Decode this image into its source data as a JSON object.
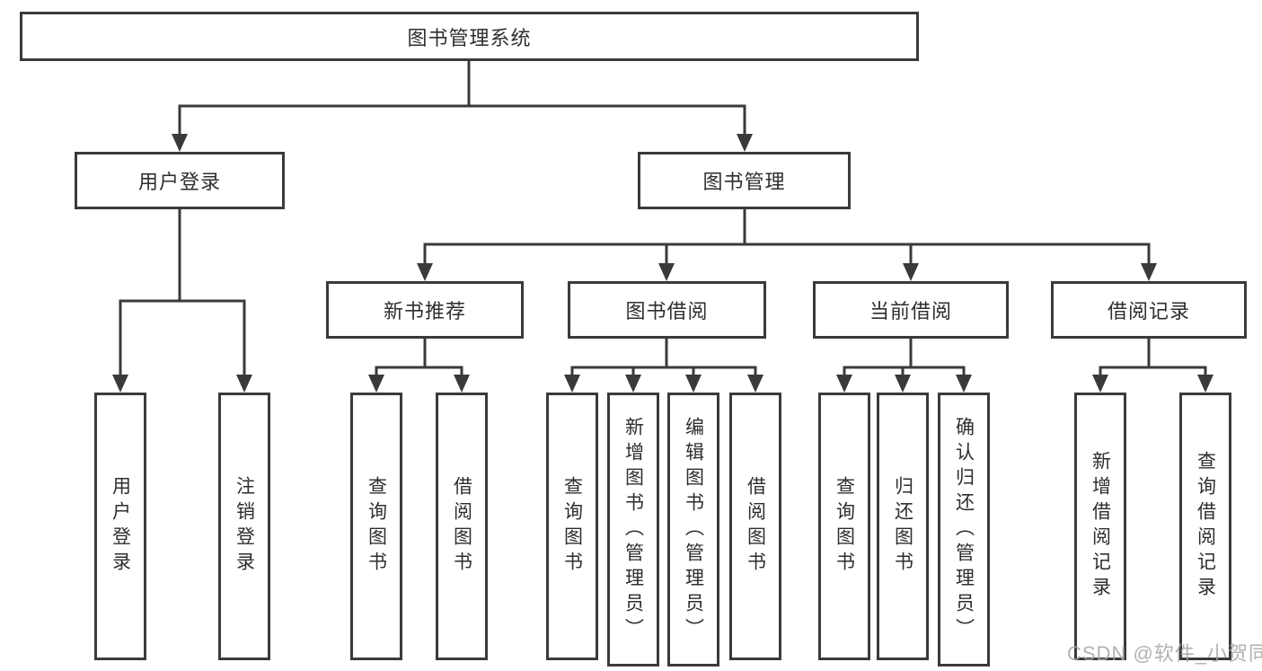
{
  "diagram_title": "图书管理系统",
  "colors": {
    "line": "#3a3a3a",
    "box_border": "#3a3a3a",
    "text": "#2e2e2e",
    "background": "#ffffff",
    "watermark": "#a4a4a4"
  },
  "nodes": {
    "root": "图书管理系统",
    "level2": {
      "user_login": "用户登录",
      "book_management": "图书管理"
    },
    "level3": {
      "new_book_recommend": "新书推荐",
      "book_borrowing": "图书借阅",
      "current_borrowing": "当前借阅",
      "borrowing_records": "借阅记录"
    },
    "leaves": {
      "user": [
        "用户登录",
        "注销登录"
      ],
      "newbooks": [
        "查询图书",
        "借阅图书"
      ],
      "borrow": [
        "查询图书",
        "新增图书（管理员）",
        "编辑图书（管理员）",
        "借阅图书"
      ],
      "current": [
        "查询图书",
        "归还图书",
        "确认归还（管理员）"
      ],
      "records": [
        "新增借阅记录",
        "查询借阅记录"
      ]
    }
  },
  "watermark": {
    "text": "CSDN @软件_小贺同学"
  }
}
